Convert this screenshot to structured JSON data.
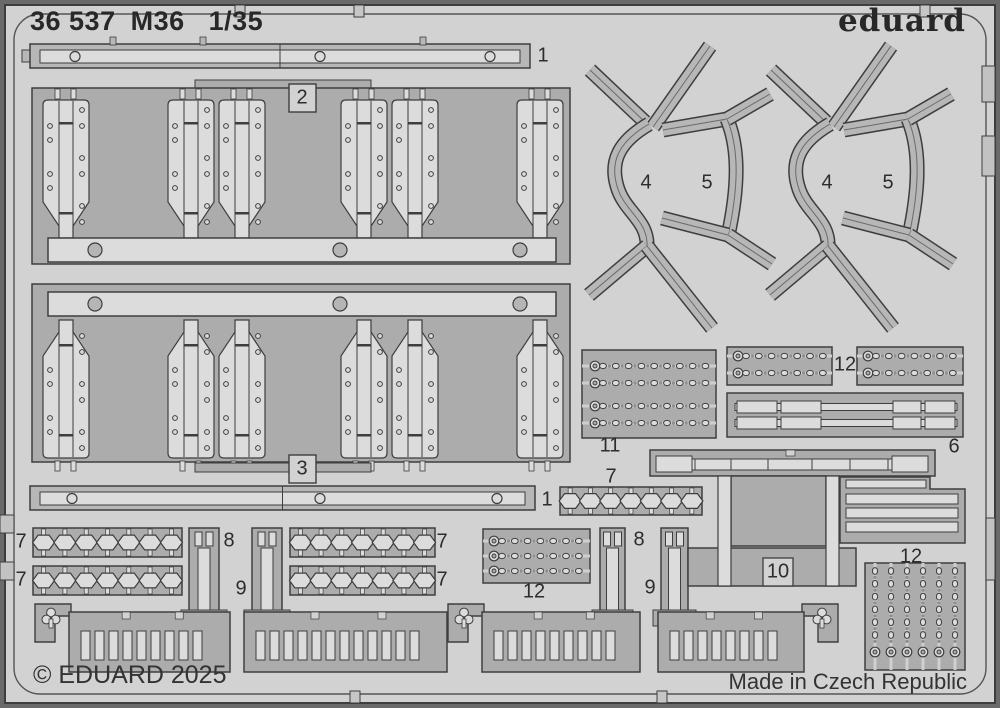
{
  "sheet": {
    "header": {
      "catalog_no": "36 537",
      "model": "M36",
      "scale": "1/35"
    },
    "brand_logo": "eduard",
    "footer": {
      "copyright": "© EDUARD 2025",
      "origin": "Made in Czech Republic"
    },
    "colors": {
      "background": "#d2d2d2",
      "panel": "#acacac",
      "part_light": "#dcdcdc",
      "part_mid": "#b7b7b7",
      "outline": "#3e3e3e",
      "text": "#2b2b2b"
    },
    "part_labels": {
      "strip_top": "1",
      "panel_upper": "2",
      "panel_lower": "3",
      "bend_left": "4",
      "bracket_left": "5",
      "bend_right": "4",
      "bracket_right": "5",
      "chain_block": "11",
      "chain_pair": "12",
      "bar_block": "6",
      "hex_strip_mid": "7",
      "strip_bottom": "1",
      "hex_left_upper": "7",
      "hex_left_lower": "7",
      "hex_right_upper": "7",
      "hex_right_lower": "7",
      "rail_left_a": "8",
      "rail_left_b": "9",
      "rail_right_a": "8",
      "rail_right_b": "9",
      "chain_mid": "12",
      "chain_vertical": "12",
      "bracket_assembly": "10"
    }
  }
}
